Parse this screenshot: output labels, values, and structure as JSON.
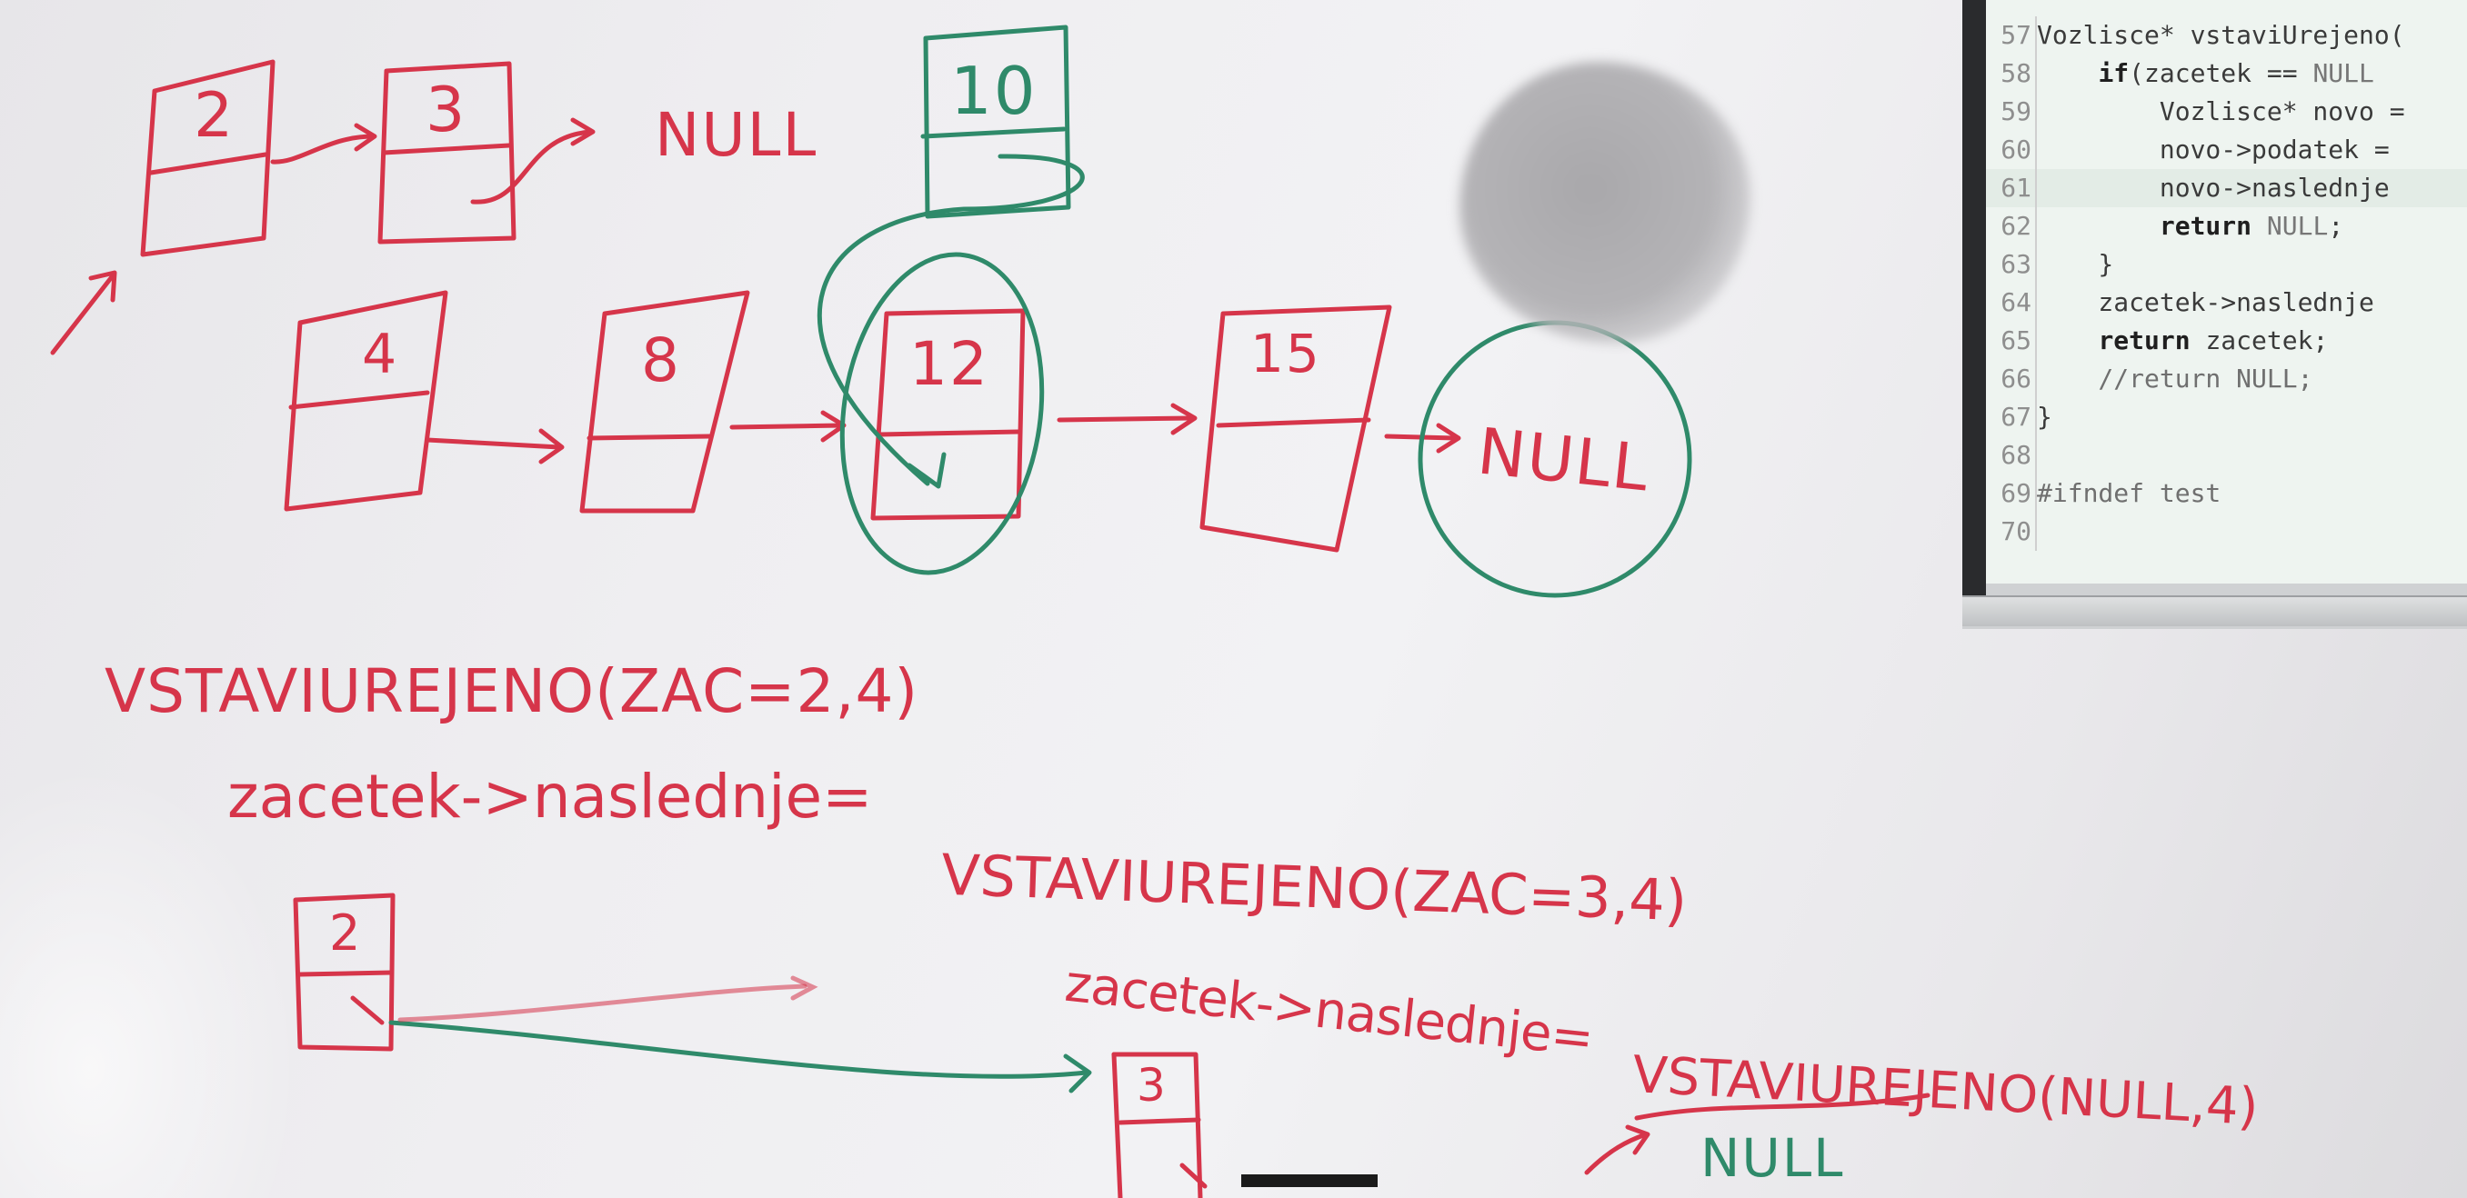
{
  "board": {
    "top_list": {
      "nodes": [
        "2",
        "3"
      ],
      "terminal": "NULL"
    },
    "new_node": "10",
    "main_list": {
      "nodes": [
        "4",
        "8",
        "12",
        "15"
      ],
      "terminal": "NULL"
    },
    "call_1": "VSTAVIUREJENO(ZAC=2,4)",
    "assign_1": "zacetek->naslednje=",
    "call_2": "VSTAVIUREJENO(ZAC=3,4)",
    "assign_2": "zacetek->naslednje=",
    "call_3": "VSTAVIUREJENO(NULL,4)",
    "result": "NULL",
    "small_node_1": "2",
    "small_node_2": "3"
  },
  "code": {
    "lines": [
      {
        "num": "57",
        "parts": [
          {
            "t": "Vozlisce* vstaviUrejeno(",
            "c": ""
          }
        ]
      },
      {
        "num": "58",
        "parts": [
          {
            "t": "    ",
            "c": ""
          },
          {
            "t": "if",
            "c": "kw"
          },
          {
            "t": "(zacetek == ",
            "c": ""
          },
          {
            "t": "NULL",
            "c": "nu"
          }
        ]
      },
      {
        "num": "59",
        "parts": [
          {
            "t": "        Vozlisce* novo =",
            "c": ""
          }
        ]
      },
      {
        "num": "60",
        "parts": [
          {
            "t": "        novo->podatek =",
            "c": ""
          }
        ]
      },
      {
        "num": "61",
        "parts": [
          {
            "t": "        novo->naslednje",
            "c": ""
          }
        ],
        "hl": true
      },
      {
        "num": "62",
        "parts": [
          {
            "t": "        ",
            "c": ""
          },
          {
            "t": "return",
            "c": "kw"
          },
          {
            "t": " ",
            "c": ""
          },
          {
            "t": "NULL",
            "c": "nu"
          },
          {
            "t": ";",
            "c": ""
          }
        ]
      },
      {
        "num": "63",
        "parts": [
          {
            "t": "    }",
            "c": ""
          }
        ]
      },
      {
        "num": "64",
        "parts": [
          {
            "t": "    zacetek->naslednje",
            "c": ""
          }
        ]
      },
      {
        "num": "65",
        "parts": [
          {
            "t": "    ",
            "c": ""
          },
          {
            "t": "return",
            "c": "kw"
          },
          {
            "t": " zacetek;",
            "c": ""
          }
        ]
      },
      {
        "num": "66",
        "parts": [
          {
            "t": "    //return NULL;",
            "c": "cm"
          }
        ]
      },
      {
        "num": "67",
        "parts": [
          {
            "t": "}",
            "c": ""
          }
        ]
      },
      {
        "num": "68",
        "parts": [
          {
            "t": "",
            "c": ""
          }
        ]
      },
      {
        "num": "69",
        "parts": [
          {
            "t": "#ifndef test",
            "c": "cm"
          }
        ]
      },
      {
        "num": "70",
        "parts": [
          {
            "t": "",
            "c": ""
          }
        ]
      }
    ]
  },
  "colors": {
    "marker_red": "#d6354a",
    "marker_green": "#2f8a6a"
  }
}
